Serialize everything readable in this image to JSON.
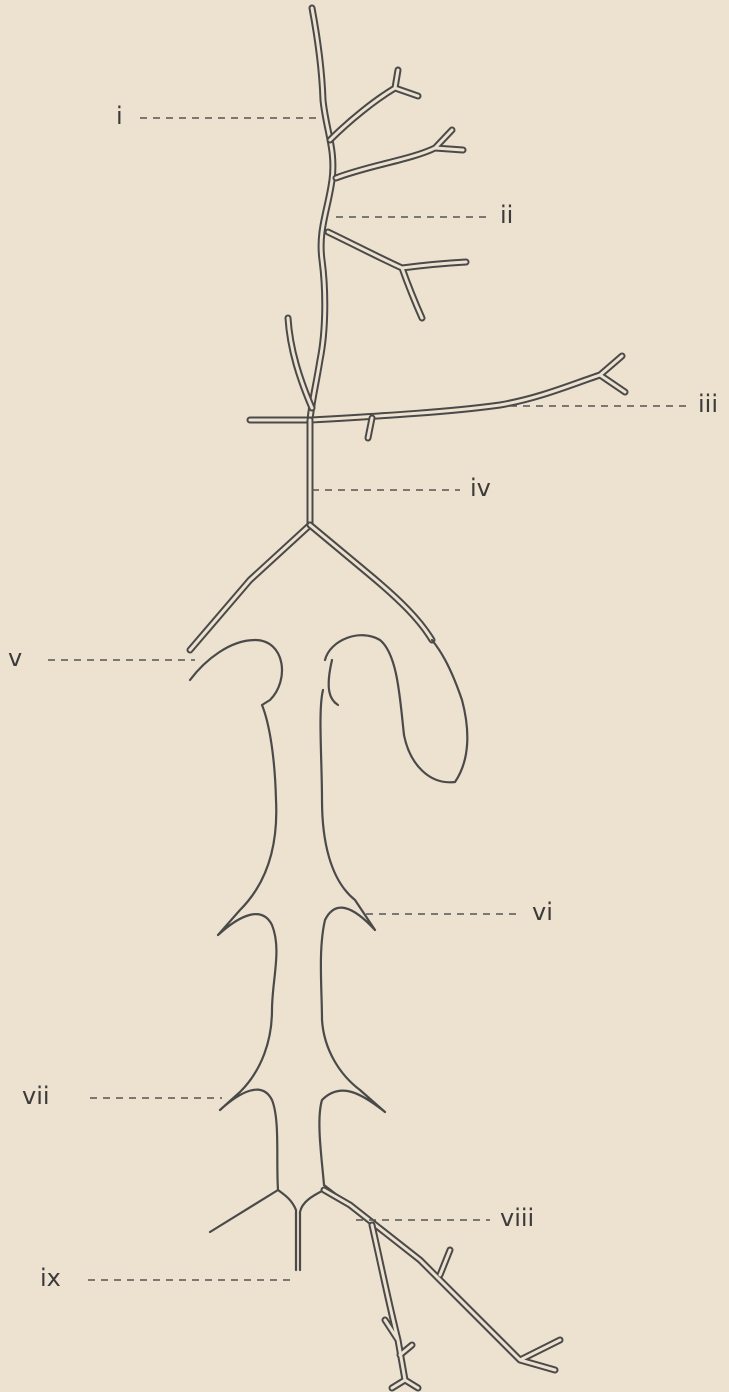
{
  "diagram": {
    "labels": {
      "i": "i",
      "ii": "ii",
      "iii": "iii",
      "iv": "iv",
      "v": "v",
      "vi": "vi",
      "vii": "vii",
      "viii": "viii",
      "ix": "ix"
    },
    "colors": {
      "background": "#ede1cf",
      "line": "#4a4a4a",
      "text": "#3b3b3b"
    }
  }
}
